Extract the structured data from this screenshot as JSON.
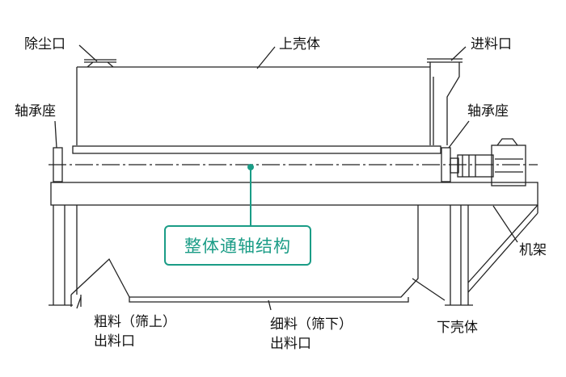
{
  "labels": {
    "dust_outlet": "除尘口",
    "upper_shell": "上壳体",
    "feed_inlet": "进料口",
    "bearing_seat_left": "轴承座",
    "bearing_seat_right": "轴承座",
    "frame": "机架",
    "coarse_outlet_line1": "粗料（筛上）",
    "coarse_outlet_line2": "出料口",
    "fine_outlet_line1": "细料（筛下）",
    "fine_outlet_line2": "出料口",
    "lower_shell": "下壳体"
  },
  "callout": {
    "text": "整体通轴结构"
  },
  "colors": {
    "line": "#222222",
    "accent": "#1a9c86"
  }
}
